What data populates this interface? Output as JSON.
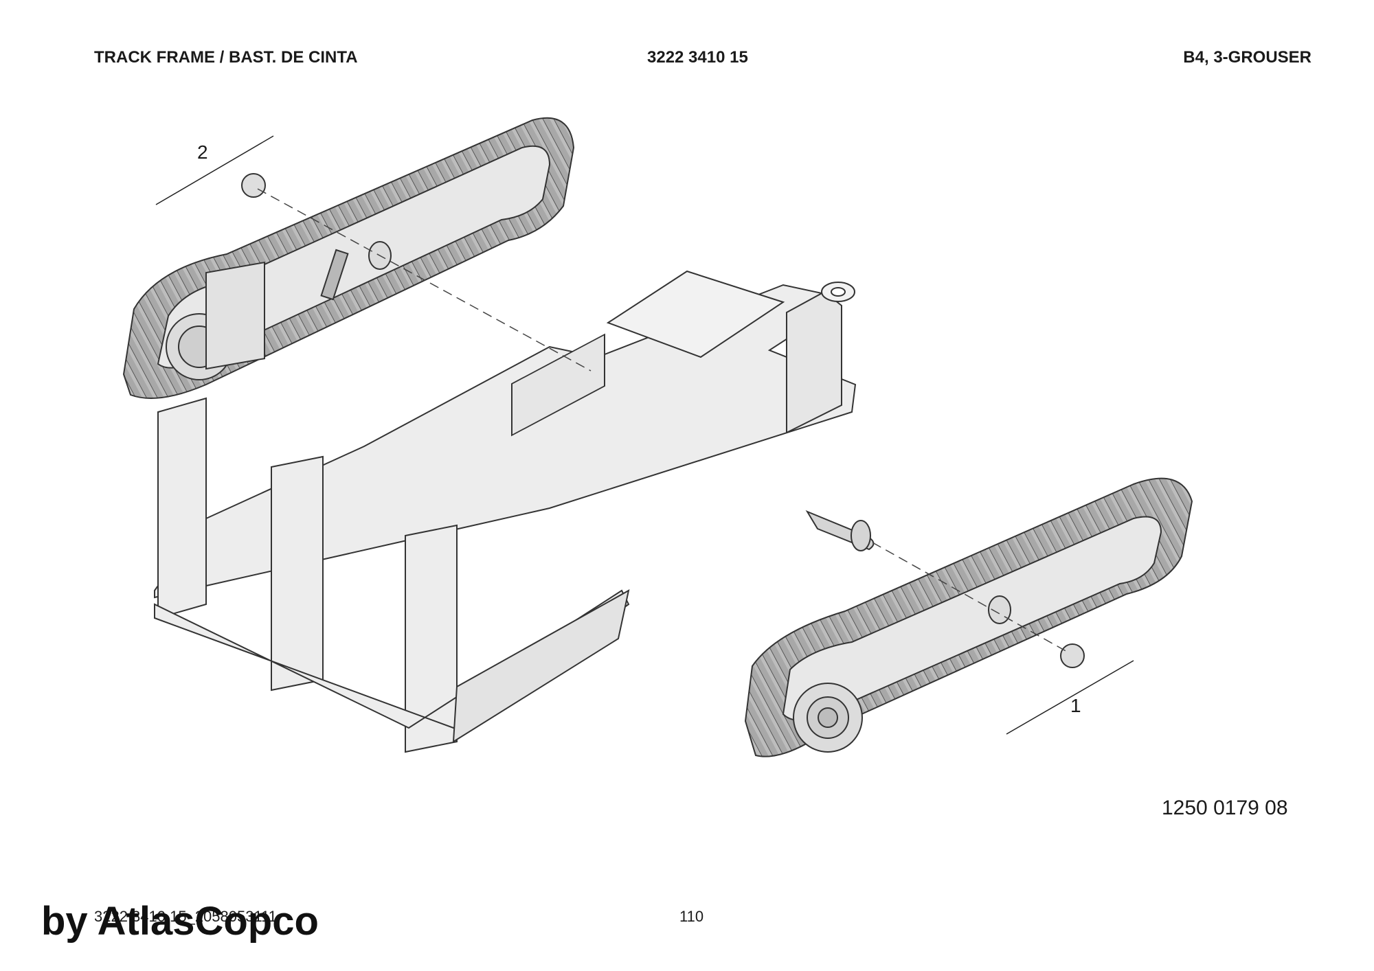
{
  "header": {
    "title": "TRACK FRAME / BAST. DE CINTA",
    "part_number": "3222 3410 15",
    "variant": "B4, 3-GROUSER"
  },
  "callouts": {
    "item_1": "1",
    "item_2": "2"
  },
  "drawing_number": "1250 0179 08",
  "footer": {
    "document_code": "3222 3410 15_2058053111",
    "page_number": "110"
  },
  "watermark": "by AtlasCopco"
}
